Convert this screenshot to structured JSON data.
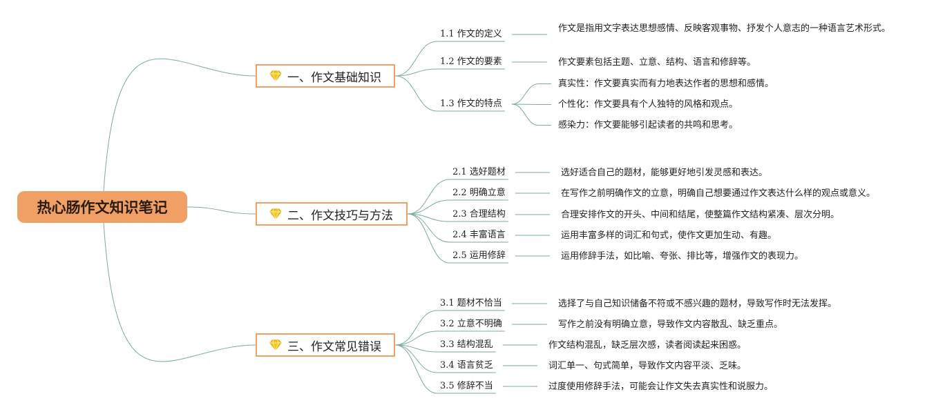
{
  "root": {
    "label": "热心肠作文知识笔记"
  },
  "colors": {
    "root_fill": "#f0a064",
    "branch_border": "#f0a064",
    "link": "#7aab99",
    "gem": "#f5c518"
  },
  "branches": [
    {
      "icon": "gem-icon",
      "label": "一、作文基础知识",
      "subs": [
        {
          "label": "1.1 作文的定义",
          "leaves": [
            "作文是指用文字表达思想感情、反映客观事物、抒发个人意志的一种语言艺术形式。"
          ]
        },
        {
          "label": "1.2 作文的要素",
          "leaves": [
            "作文要素包括主题、立意、结构、语言和修辞等。"
          ]
        },
        {
          "label": "1.3 作文的特点",
          "leaves": [
            "真实性：作文要真实而有力地表达作者的思想和感情。",
            "个性化：作文要具有个人独特的风格和观点。",
            "感染力：作文要能够引起读者的共鸣和思考。"
          ]
        }
      ]
    },
    {
      "icon": "gem-icon",
      "label": "二、作文技巧与方法",
      "subs": [
        {
          "label": "2.1 选好题材",
          "leaves": [
            "选好适合自己的题材，能够更好地引发灵感和表达。"
          ]
        },
        {
          "label": "2.2 明确立意",
          "leaves": [
            "在写作之前明确作文的立意，明确自己想要通过作文表达什么样的观点或意义。"
          ]
        },
        {
          "label": "2.3 合理结构",
          "leaves": [
            "合理安排作文的开头、中间和结尾，使整篇作文结构紧凑、层次分明。"
          ]
        },
        {
          "label": "2.4 丰富语言",
          "leaves": [
            "运用丰富多样的词汇和句式，使作文更加生动、有趣。"
          ]
        },
        {
          "label": "2.5 运用修辞",
          "leaves": [
            "运用修辞手法，如比喻、夸张、排比等，增强作文的表现力。"
          ]
        }
      ]
    },
    {
      "icon": "gem-icon",
      "label": "三、作文常见错误",
      "subs": [
        {
          "label": "3.1 题材不恰当",
          "leaves": [
            "选择了与自己知识储备不符或不感兴趣的题材，导致写作时无法发挥。"
          ]
        },
        {
          "label": "3.2 立意不明确",
          "leaves": [
            "写作之前没有明确立意，导致作文内容散乱、缺乏重点。"
          ]
        },
        {
          "label": "3.3 结构混乱",
          "leaves": [
            "作文结构混乱，缺乏层次感，读者阅读起来困惑。"
          ]
        },
        {
          "label": "3.4 语言贫乏",
          "leaves": [
            "词汇单一、句式简单，导致作文内容平淡、乏味。"
          ]
        },
        {
          "label": "3.5 修辞不当",
          "leaves": [
            "过度使用修辞手法，可能会让作文失去真实性和说服力。"
          ]
        }
      ]
    }
  ]
}
